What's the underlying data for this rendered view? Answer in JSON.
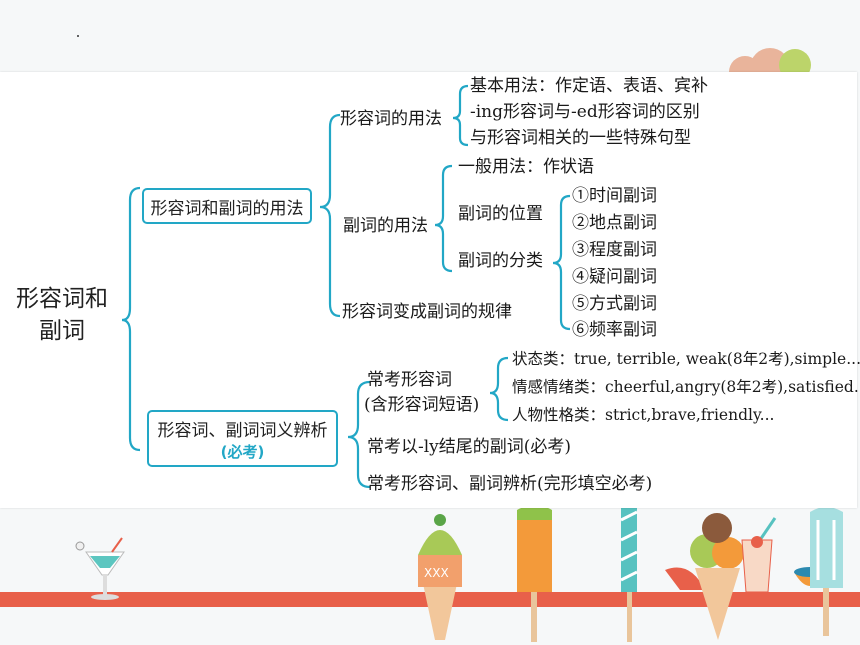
{
  "colors": {
    "accent": "#22a7c6",
    "stripe": "#e8604a"
  },
  "root": {
    "line1": "形容词和",
    "line2": "副词"
  },
  "branch1": {
    "label": "形容词和副词的用法",
    "adj_usage": {
      "label": "形容词的用法",
      "items": [
        "基本用法：作定语、表语、宾补",
        "-ing形容词与-ed形容词的区别",
        "与形容词相关的一些特殊句型"
      ]
    },
    "adv_usage": {
      "label": "副词的用法",
      "general": "一般用法：作状语",
      "position": "副词的位置",
      "classification": {
        "label": "副词的分类",
        "items": [
          "①时间副词",
          "②地点副词",
          "③程度副词",
          "④疑问副词",
          "⑤方式副词",
          "⑥频率副词"
        ]
      }
    },
    "rule": "形容词变成副词的规律"
  },
  "branch2": {
    "label": "形容词、副词词义辨析",
    "tag": "(必考)",
    "common_adj": {
      "line1": "常考形容词",
      "line2": "(含形容词短语)",
      "items": [
        "状态类：true, terrible, weak(8年2考),simple...",
        "情感情绪类：cheerful,angry(8年2考),satisfied...",
        "人物性格类：strict,brave,friendly..."
      ]
    },
    "ly_adv": "常考以-ly结尾的副词(必考)",
    "discrimination": "常考形容词、副词辨析(完形填空必考)"
  }
}
